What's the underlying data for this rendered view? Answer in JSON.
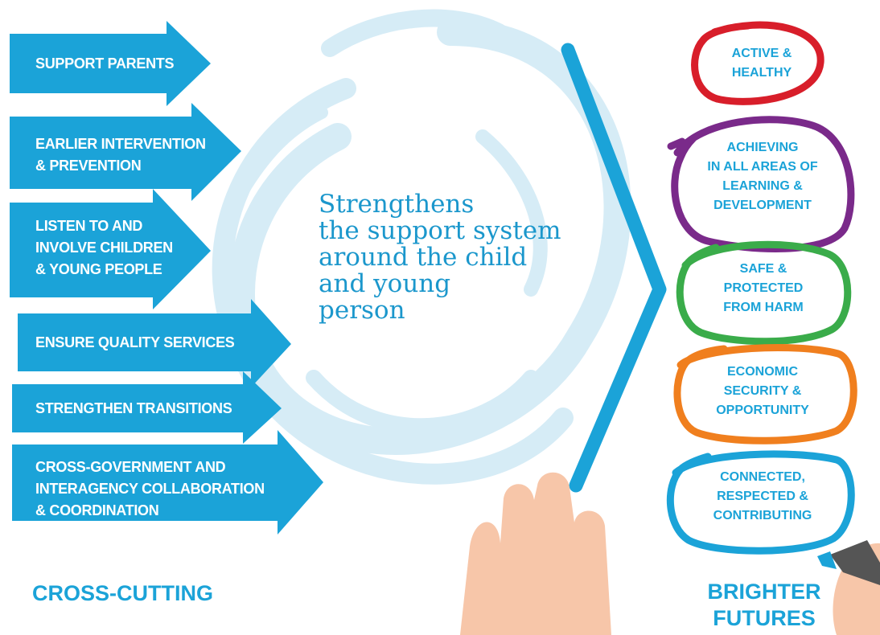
{
  "cross_cutting": {
    "title": "CROSS-CUTTING",
    "arrows": [
      {
        "label": "SUPPORT PARENTS"
      },
      {
        "label": "EARLIER INTERVENTION\n& PREVENTION"
      },
      {
        "label": "LISTEN TO AND\nINVOLVE CHILDREN\n& YOUNG PEOPLE"
      },
      {
        "label": "ENSURE QUALITY SERVICES"
      },
      {
        "label": "STRENGTHEN TRANSITIONS"
      },
      {
        "label": "CROSS-GOVERNMENT AND\nINTERAGENCY COLLABORATION\n& COORDINATION"
      }
    ]
  },
  "center": {
    "text": "Strengthens\nthe support system\naround the child\nand young\nperson"
  },
  "brighter_futures": {
    "title": "BRIGHTER\nFUTURES",
    "outcomes": [
      {
        "label": "ACTIVE &\nHEALTHY",
        "color": "#d81e2a"
      },
      {
        "label": "ACHIEVING\nIN ALL AREAS OF\nLEARNING &\nDEVELOPMENT",
        "color": "#7a2a8a"
      },
      {
        "label": "SAFE &\nPROTECTED\nFROM HARM",
        "color": "#3aac4a"
      },
      {
        "label": "ECONOMIC\nSECURITY &\nOPPORTUNITY",
        "color": "#f07f1e"
      },
      {
        "label": "CONNECTED,\nRESPECTED &\nCONTRIBUTING",
        "color": "#1ba3d8"
      }
    ]
  },
  "colors": {
    "arrow_blue": "#1ba3d8",
    "swirl_blue": "#d6ecf6",
    "hand_skin": "#f7c6a9",
    "marker_grey": "#555555"
  }
}
